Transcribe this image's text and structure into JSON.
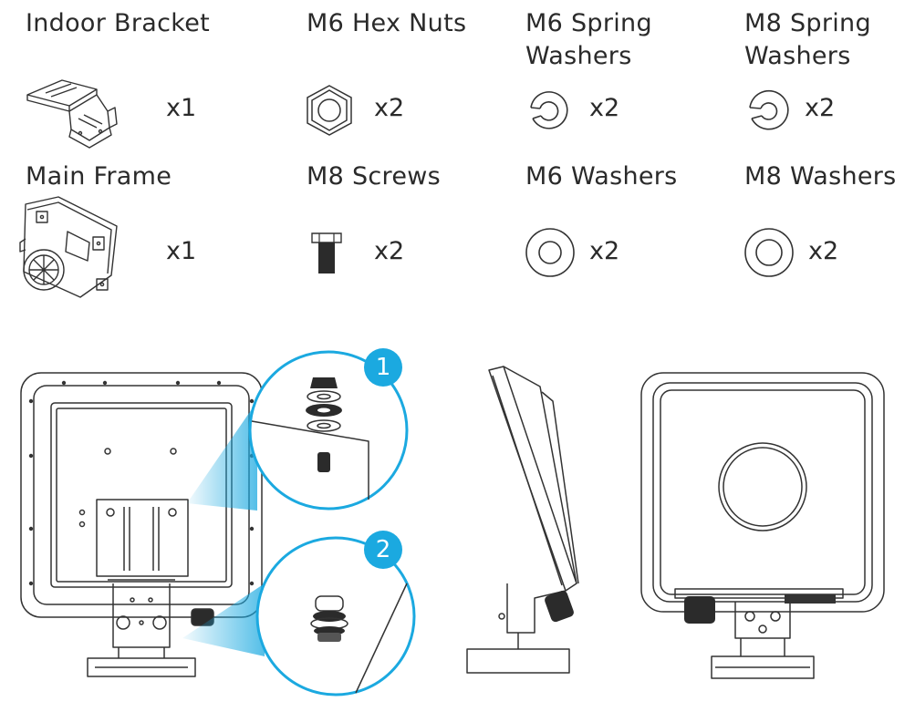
{
  "parts": [
    {
      "id": "indoor-bracket",
      "label": "Indoor Bracket",
      "qty": "x1"
    },
    {
      "id": "m6-hex-nuts",
      "label": "M6 Hex Nuts",
      "qty": "x2"
    },
    {
      "id": "m6-spring-washers",
      "label": "M6 Spring\nWashers",
      "qty": "x2"
    },
    {
      "id": "m8-spring-washers",
      "label": "M8 Spring\nWashers",
      "qty": "x2"
    },
    {
      "id": "main-frame",
      "label": "Main Frame",
      "qty": "x1"
    },
    {
      "id": "m8-screws",
      "label": "M8 Screws",
      "qty": "x2"
    },
    {
      "id": "m6-washers",
      "label": "M6 Washers",
      "qty": "x2"
    },
    {
      "id": "m8-washers",
      "label": "M8 Washers",
      "qty": "x2"
    }
  ],
  "callouts": [
    {
      "number": "1"
    },
    {
      "number": "2"
    }
  ],
  "colors": {
    "accent": "#1ba9e0",
    "line": "#333333",
    "dark": "#2b2b2b"
  }
}
